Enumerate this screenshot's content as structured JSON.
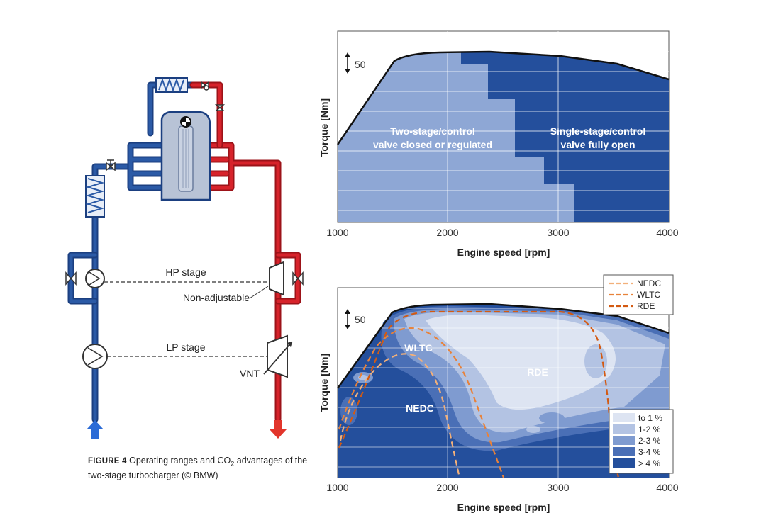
{
  "caption": {
    "label": "FIGURE 4",
    "text_before": "Operating ranges and CO",
    "subscript": "2",
    "text_after": " advantages of the two-stage turbocharger (© BMW)"
  },
  "schematic": {
    "hp_stage": "HP stage",
    "non_adjustable": "Non-adjustable",
    "lp_stage": "LP stage",
    "vnt": "VNT",
    "icons": [
      "intake-arrow-icon",
      "exhaust-arrow-icon",
      "compressor-icon",
      "turbine-icon",
      "valve-icon",
      "heat-exchanger-icon",
      "engine-block-icon",
      "bmw-logo-icon"
    ]
  },
  "colors": {
    "intake_blue": "#2b5aa6",
    "exhaust_red": "#d7232b",
    "zone_light": "#8ea7d5",
    "zone_dark": "#244f9c",
    "cycle_orange": "#e8823a"
  },
  "chart_data": [
    {
      "type": "area",
      "xlabel": "Engine speed [rpm]",
      "ylabel": "Torque [Nm]",
      "xlim": [
        1000,
        4000
      ],
      "x_ticks": [
        "1000",
        "2000",
        "3000",
        "4000"
      ],
      "scale_marker": "50",
      "grid": "on",
      "annotations": [
        "Two-stage/control valve closed or regulated",
        "Single-stage/control valve fully open"
      ],
      "regions": [
        {
          "label": "Two-stage/control valve closed or regulated",
          "color": "#8ea7d5"
        },
        {
          "label": "Single-stage/control valve fully open",
          "color": "#244f9c"
        }
      ]
    },
    {
      "type": "heatmap",
      "xlabel": "Engine speed [rpm]",
      "ylabel": "Torque [Nm]",
      "xlim": [
        1000,
        4000
      ],
      "x_ticks": [
        "1000",
        "2000",
        "3000",
        "4000"
      ],
      "scale_marker": "50",
      "grid": "on",
      "region_labels": [
        "WLTC",
        "NEDC",
        "RDE"
      ],
      "series": [
        {
          "name": "NEDC",
          "color": "#f2b07a",
          "style": "dashed"
        },
        {
          "name": "WLTC",
          "color": "#e8823a",
          "style": "dashed"
        },
        {
          "name": "RDE",
          "color": "#d35a12",
          "style": "dashed"
        }
      ],
      "legend_placement": "top-right",
      "color_scale": [
        {
          "label": "to 1 %",
          "color": "#dde4f2"
        },
        {
          "label": "1-2 %",
          "color": "#b3c3e3"
        },
        {
          "label": "2-3 %",
          "color": "#7f9bd0"
        },
        {
          "label": "3-4 %",
          "color": "#4a6fb6"
        },
        {
          "label": "> 4 %",
          "color": "#244f9c"
        }
      ],
      "scale_placement": "bottom-right"
    }
  ]
}
